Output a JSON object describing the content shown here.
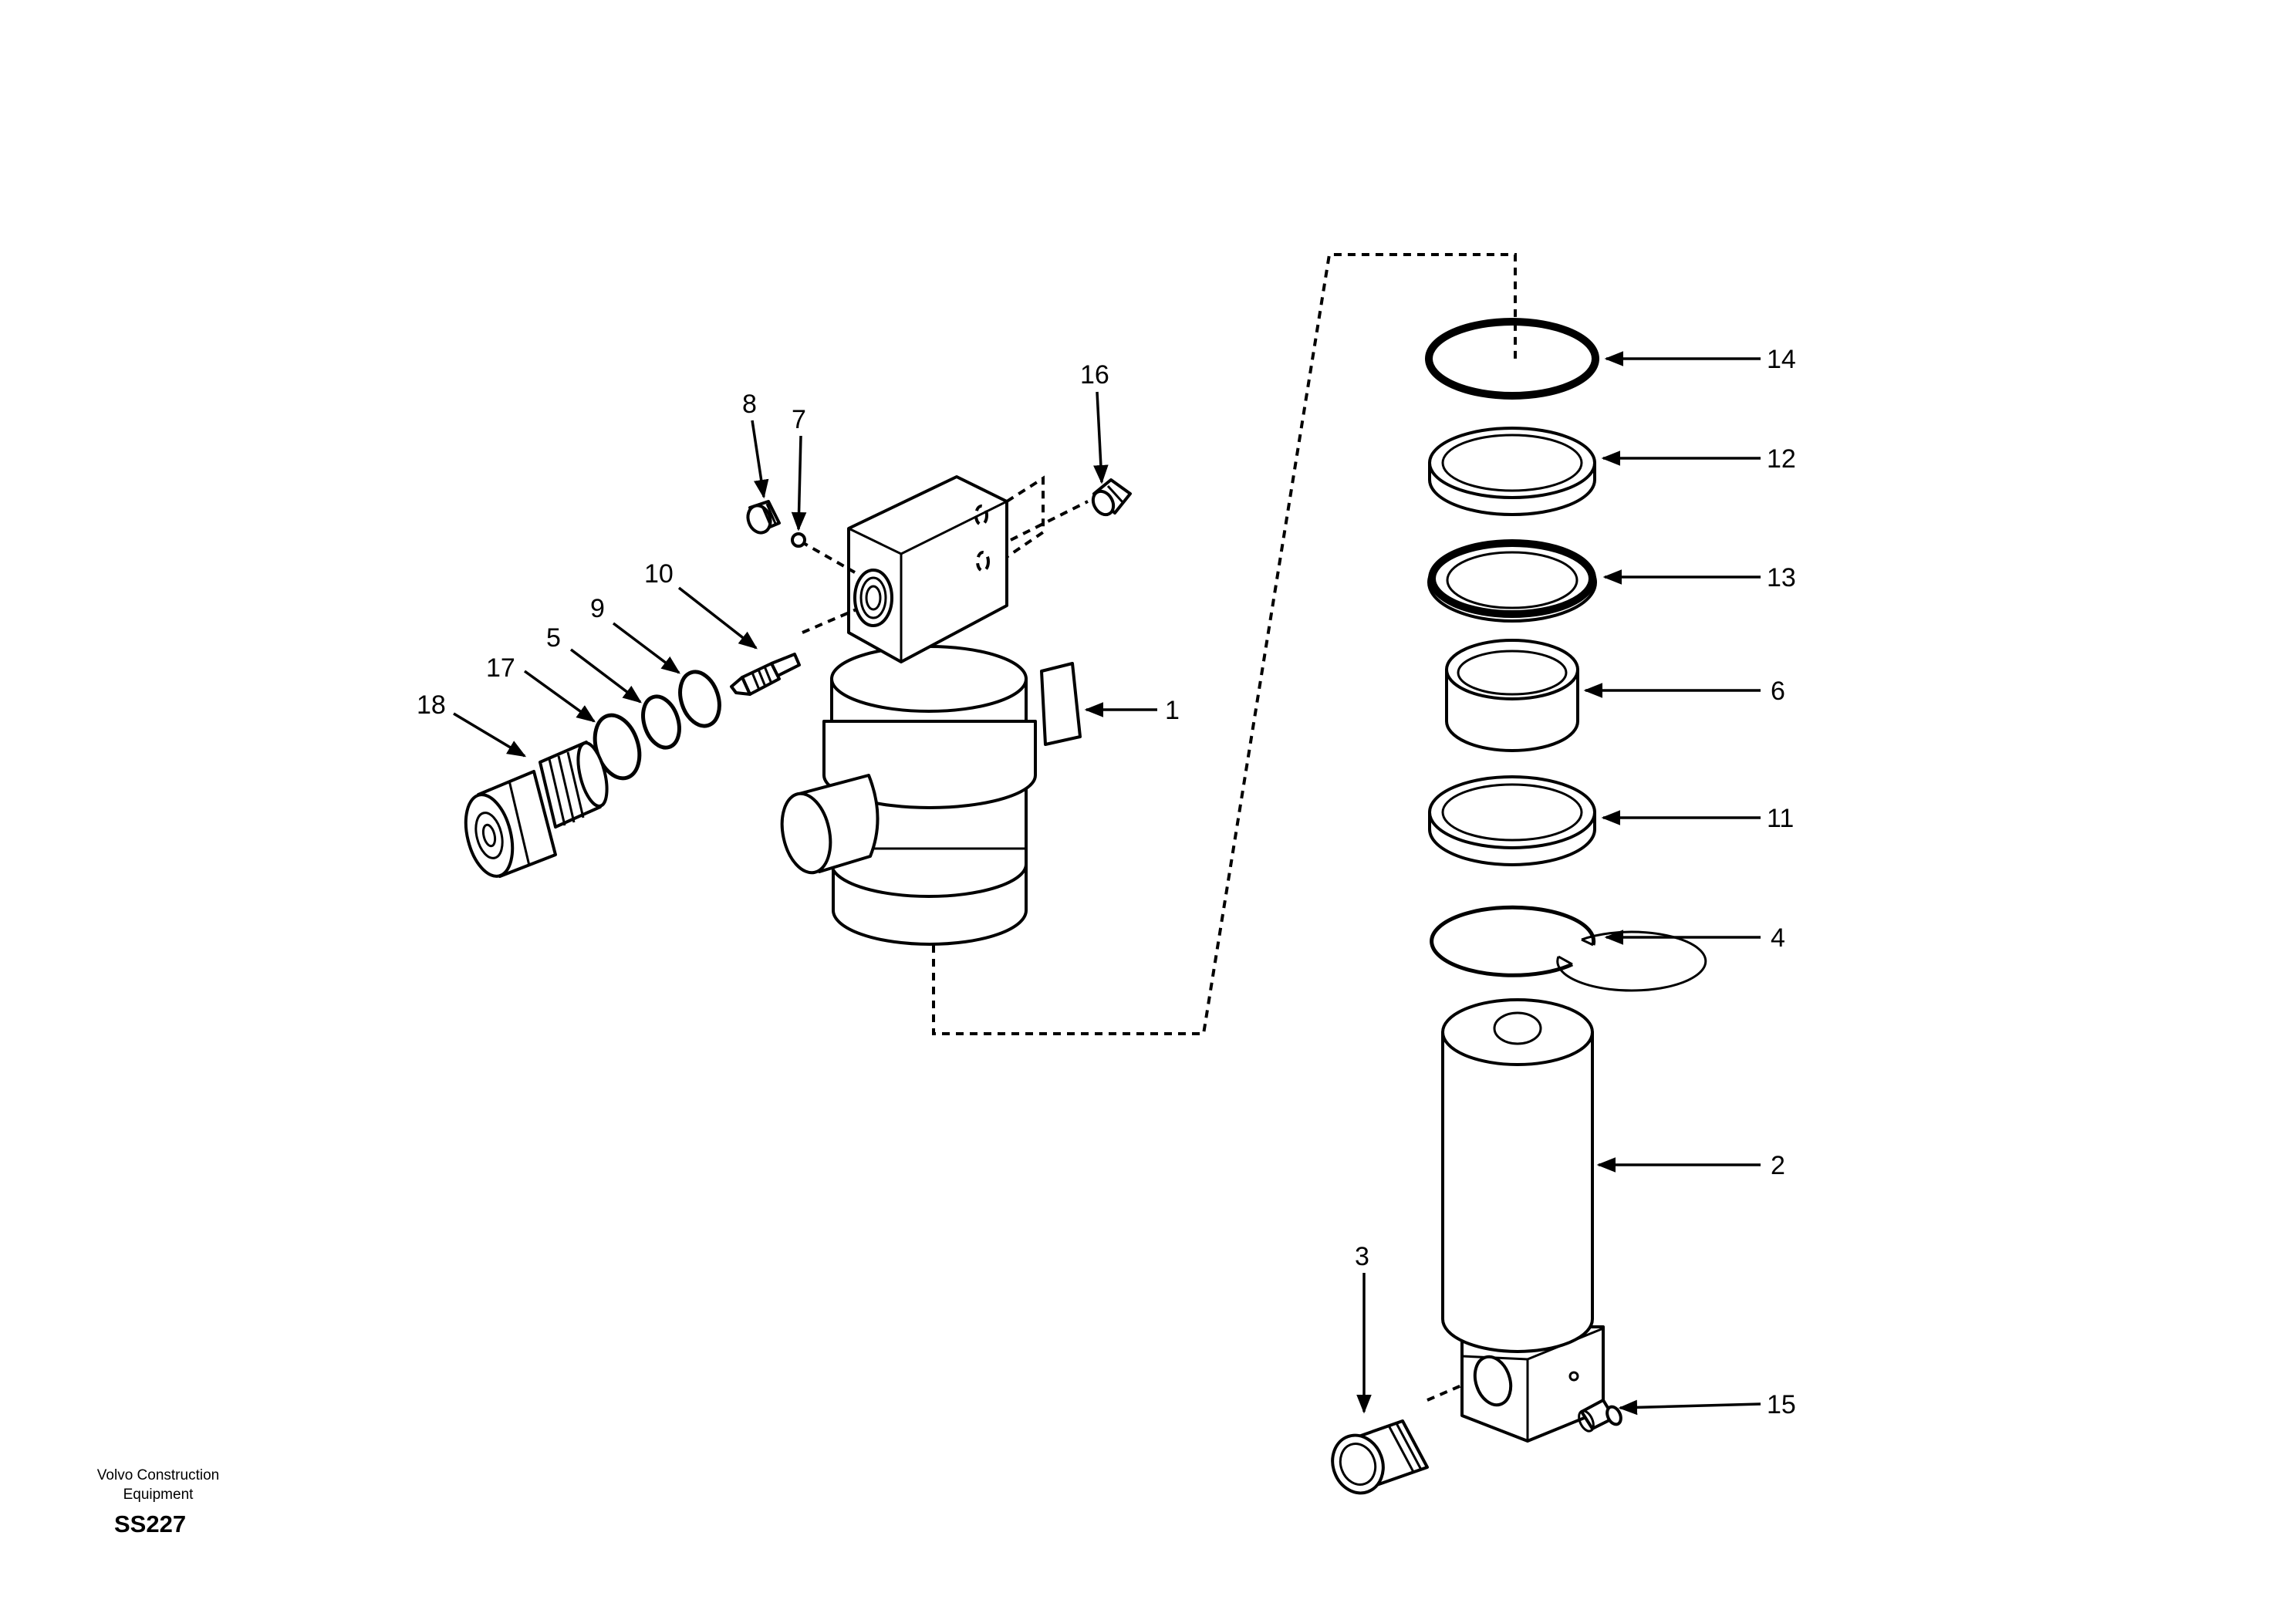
{
  "diagram": {
    "callouts": [
      "1",
      "2",
      "3",
      "4",
      "5",
      "6",
      "7",
      "8",
      "9",
      "10",
      "11",
      "12",
      "13",
      "14",
      "15",
      "16",
      "17",
      "18"
    ]
  },
  "footer": {
    "brand_line1": "Volvo Construction",
    "brand_line2": "Equipment",
    "code": "SS227"
  }
}
